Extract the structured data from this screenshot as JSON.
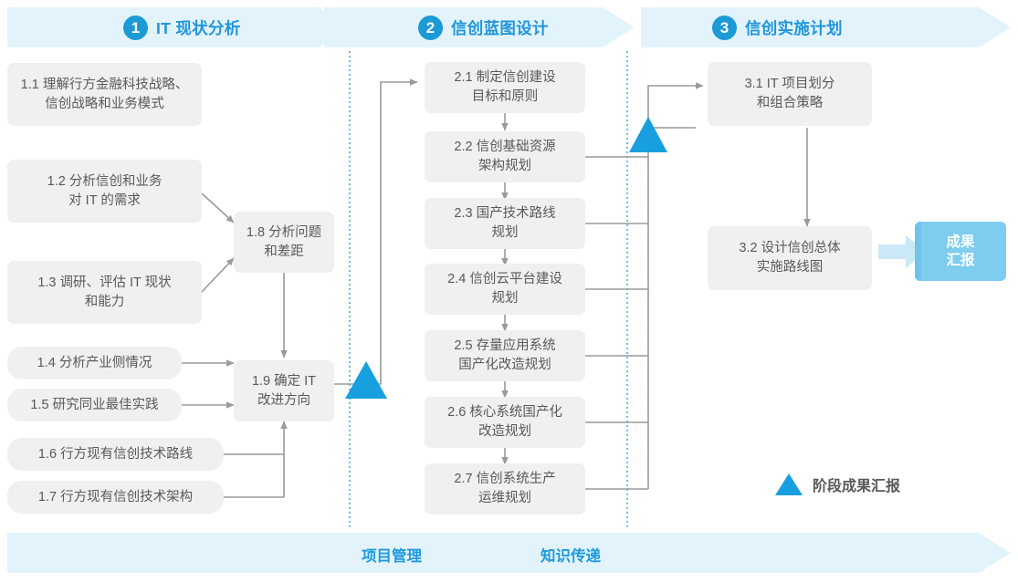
{
  "colors": {
    "banner_bg": "#E2F3FB",
    "accent_blue": "#2196D9",
    "circle_blue": "#1C9AD6",
    "triangle_blue": "#189FE0",
    "box_gray": "#F0F0F0",
    "box_text": "#595959",
    "connector_gray": "#9A9A9A",
    "dotted_blue": "#3FB3E5",
    "badge_blue": "#7FCDEE",
    "arrow_light_blue": "#CBE8F6"
  },
  "header": {
    "phases": [
      {
        "number": "1",
        "title": "IT 现状分析"
      },
      {
        "number": "2",
        "title": "信创蓝图设计"
      },
      {
        "number": "3",
        "title": "信创实施计划"
      }
    ]
  },
  "phase1": {
    "inputs": [
      {
        "id": "1.1",
        "label": "1.1 理解行方金融科技战略、\n信创战略和业务模式"
      },
      {
        "id": "1.2",
        "label": "1.2 分析信创和业务\n对 IT 的需求"
      },
      {
        "id": "1.3",
        "label": "1.3 调研、评估 IT 现状\n和能力"
      },
      {
        "id": "1.4",
        "label": "1.4 分析产业侧情况"
      },
      {
        "id": "1.5",
        "label": "1.5 研究同业最佳实践"
      },
      {
        "id": "1.6",
        "label": "1.6 行方现有信创技术路线"
      },
      {
        "id": "1.7",
        "label": "1.7 行方现有信创技术架构"
      }
    ],
    "synthesis": [
      {
        "id": "1.8",
        "label": "1.8 分析问题\n和差距"
      },
      {
        "id": "1.9",
        "label": "1.9 确定 IT\n改进方向"
      }
    ]
  },
  "phase2": {
    "steps": [
      {
        "id": "2.1",
        "label": "2.1 制定信创建设\n目标和原则"
      },
      {
        "id": "2.2",
        "label": "2.2 信创基础资源\n架构规划"
      },
      {
        "id": "2.3",
        "label": "2.3 国产技术路线\n规划"
      },
      {
        "id": "2.4",
        "label": "2.4 信创云平台建设\n规划"
      },
      {
        "id": "2.5",
        "label": "2.5 存量应用系统\n国产化改造规划"
      },
      {
        "id": "2.6",
        "label": "2.6 核心系统国产化\n改造规划"
      },
      {
        "id": "2.7",
        "label": "2.7 信创系统生产\n运维规划"
      }
    ]
  },
  "phase3": {
    "steps": [
      {
        "id": "3.1",
        "label": "3.1 IT 项目划分\n和组合策略"
      },
      {
        "id": "3.2",
        "label": "3.2 设计信创总体\n实施路线图"
      }
    ],
    "result_badge": "成果\n汇报"
  },
  "legend": {
    "milestone_label": "阶段成果汇报"
  },
  "footer": {
    "labels": [
      "项目管理",
      "知识传递"
    ]
  }
}
